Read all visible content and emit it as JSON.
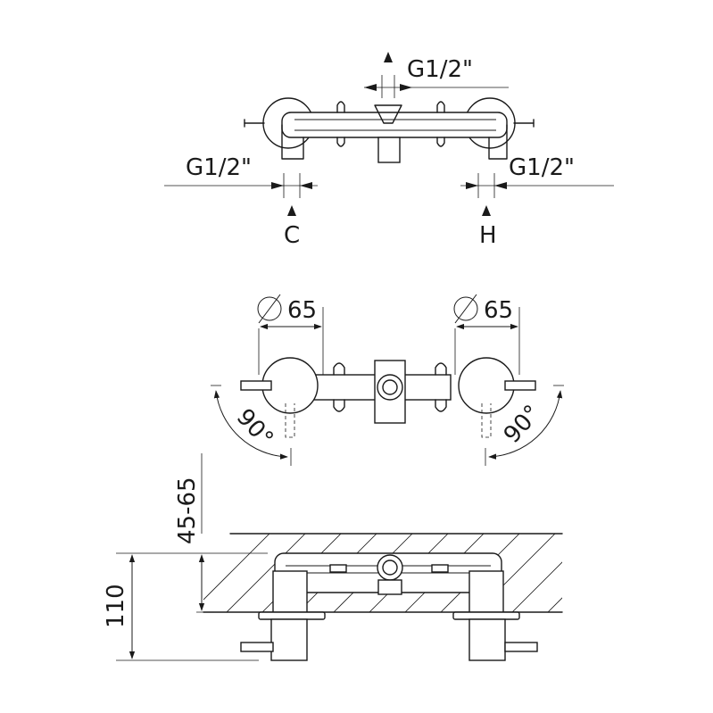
{
  "top_view": {
    "top_inlet_label": "G1/2\"",
    "cold_inlet_label": "G1/2\"",
    "hot_inlet_label": "G1/2\"",
    "cold_marker": "C",
    "hot_marker": "H"
  },
  "front_view": {
    "left_diameter": "65",
    "right_diameter": "65",
    "left_rotation": "90°",
    "right_rotation": "90°"
  },
  "side_view": {
    "wall_depth_range": "45-65",
    "total_height": "110"
  },
  "colors": {
    "line": "#1a1a1a",
    "background": "#ffffff"
  }
}
